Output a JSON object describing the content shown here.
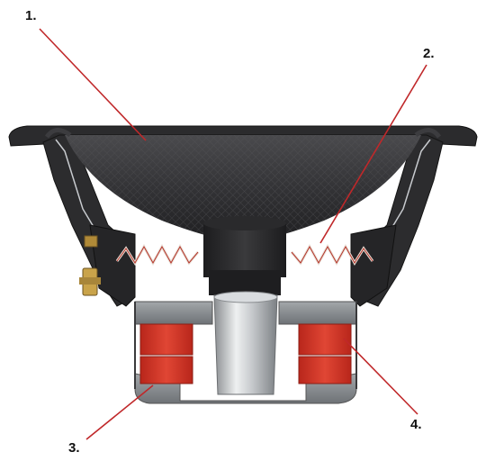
{
  "callouts": [
    {
      "id": "1",
      "label": "1."
    },
    {
      "id": "2",
      "label": "2."
    },
    {
      "id": "3",
      "label": "3."
    },
    {
      "id": "4",
      "label": "4."
    }
  ],
  "colors": {
    "leader_line": "#c0282a",
    "magnet": "#d63a2a",
    "basket": "#2c2c2e",
    "cone": "#3a3a3d",
    "pole_piece": "#b9bcbf",
    "motor_plate": "#8e9296",
    "spider": "#e9e0d8"
  }
}
